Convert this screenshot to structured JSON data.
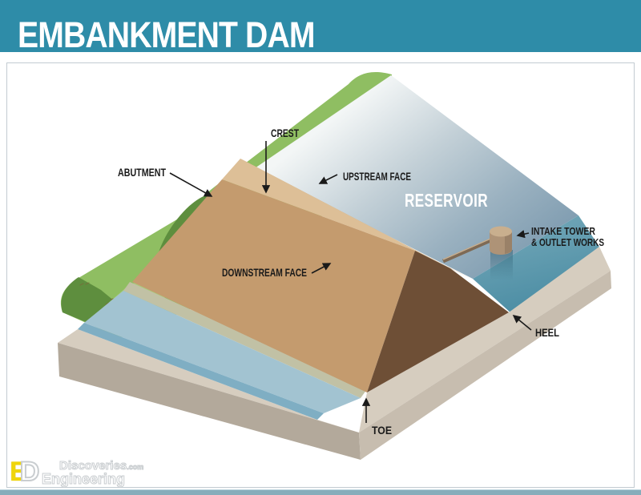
{
  "header": {
    "title": "EMBANKMENT DAM"
  },
  "diagram": {
    "labels": {
      "crest": "CREST",
      "abutment": "ABUTMENT",
      "upstream_face": "UPSTREAM FACE",
      "reservoir": "RESERVOIR",
      "intake_tower_line1": "INTAKE TOWER",
      "intake_tower_line2": "& OUTLET WORKS",
      "downstream_face": "DOWNSTREAM FACE",
      "heel": "HEEL",
      "toe": "TOE"
    },
    "colors": {
      "header_teal": "#2E8CA8",
      "footer_teal": "#87ADBB",
      "hill_green": "#8FBE62",
      "hill_dark_green": "#5E8E3E",
      "hill_slope_green": "#A9CA7B",
      "dam_face_tan": "#C49B6E",
      "dam_crest_tan": "#DDBF97",
      "dam_upstream_tan": "#CEA87B",
      "dam_core_brown": "#6E4F36",
      "berm_olive": "#C1C1A5",
      "channel_blue": "#A2C3D1",
      "channel_edge_blue": "#7FAEC3",
      "ground_top_grey": "#D6CDBF",
      "ground_left_grey": "#B3A99B",
      "ground_right_grey": "#C7BDAF",
      "tower_tan": "#C9AF8E",
      "logo_yellow": "#EFD50A"
    }
  },
  "footer_logo": {
    "mark_e": "E",
    "mark_d": "D",
    "brand_top": "Discoveries",
    "brand_top_suffix": ".com",
    "brand_bottom": "Engineering"
  }
}
